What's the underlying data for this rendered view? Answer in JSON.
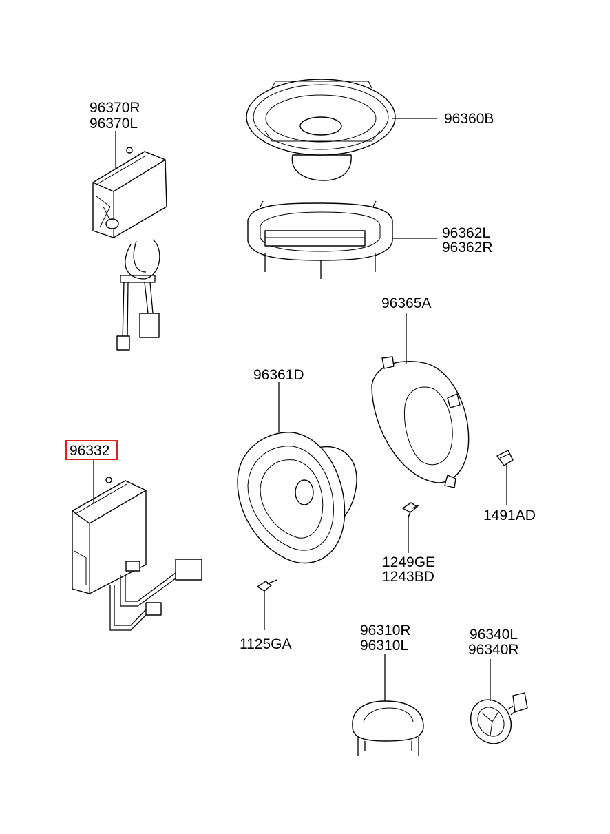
{
  "parts": [
    {
      "id": "amp_upper",
      "labels": [
        "96370R",
        "96370L"
      ]
    },
    {
      "id": "speaker_oval",
      "labels": [
        "96360B"
      ]
    },
    {
      "id": "speaker_bracket",
      "labels": [
        "96362L",
        "96362R"
      ]
    },
    {
      "id": "ring_adapter",
      "labels": [
        "96365A"
      ]
    },
    {
      "id": "speaker_round",
      "labels": [
        "96361D"
      ]
    },
    {
      "id": "amp_lower",
      "labels": [
        "96332"
      ],
      "highlighted": true
    },
    {
      "id": "clip",
      "labels": [
        "1491AD"
      ]
    },
    {
      "id": "screw_a",
      "labels": [
        "1249GE",
        "1243BD"
      ]
    },
    {
      "id": "screw_b",
      "labels": [
        "1125GA"
      ]
    },
    {
      "id": "tweeter_cover",
      "labels": [
        "96310R",
        "96310L"
      ]
    },
    {
      "id": "tweeter",
      "labels": [
        "96340L",
        "96340R"
      ]
    }
  ],
  "highlight_color": "#e0201f"
}
